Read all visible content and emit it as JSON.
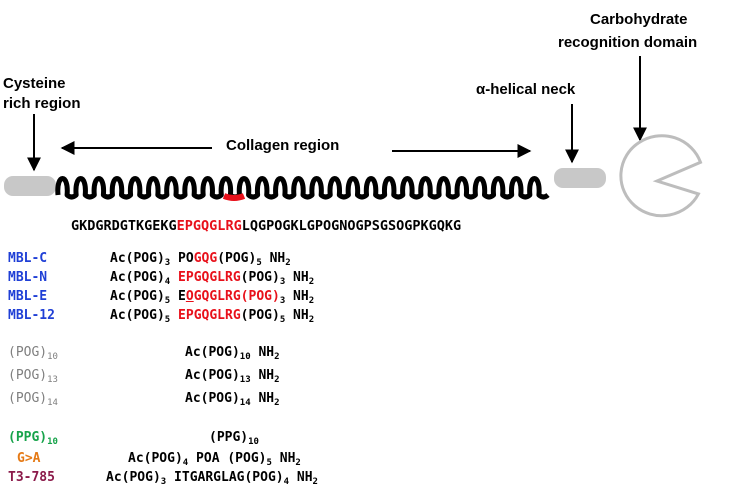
{
  "labels": {
    "crd_line1": "Carbohydrate",
    "crd_line2": "recognition domain",
    "crr_line1": "Cysteine",
    "crr_line2": "rich region",
    "neck": "α-helical neck",
    "collagen": "Collagen region"
  },
  "sequence": {
    "before": "GKDGRDGTKGEKG",
    "highlight": "EPGQGLRG",
    "after": "LQGPOGKLGPOGNOGPSGSOGPKGQKG"
  },
  "peptides": [
    {
      "name": "MBL-C",
      "name_color": "#1f3fd6",
      "parts": [
        "Ac(POG)",
        "3",
        " PO",
        "GQG",
        "(POG)",
        "5",
        " NH",
        "2"
      ]
    },
    {
      "name": "MBL-N",
      "name_color": "#1f3fd6",
      "parts": [
        "Ac(POG)",
        "4",
        " ",
        "EPGQGLRG",
        "(POG)",
        "3",
        " NH",
        "2"
      ]
    },
    {
      "name": "MBL-E",
      "name_color": "#1f3fd6",
      "parts": [
        "Ac(POG)",
        "5",
        " E",
        "O",
        "GQGLRG",
        "(POG)",
        "3",
        " NH",
        "2"
      ]
    },
    {
      "name": "MBL-12",
      "name_color": "#1f3fd6",
      "parts": [
        "Ac(POG)",
        "5",
        " ",
        "EPGQGLRG",
        "(POG)",
        "5",
        " NH",
        "2"
      ]
    },
    {
      "name": "(POG)",
      "name_sub": "10",
      "name_color": "#7f7f7f",
      "parts": [
        "Ac(POG)",
        "10",
        " NH",
        "2"
      ]
    },
    {
      "name": "(POG)",
      "name_sub": "13",
      "name_color": "#7f7f7f",
      "parts": [
        "Ac(POG)",
        "13",
        " NH",
        "2"
      ]
    },
    {
      "name": "(POG)",
      "name_sub": "14",
      "name_color": "#7f7f7f",
      "parts": [
        "Ac(POG)",
        "14",
        " NH",
        "2"
      ]
    },
    {
      "name": "(PPG)",
      "name_sub": "10",
      "name_color": "#16a34a",
      "parts": [
        "(PPG)",
        "10"
      ]
    },
    {
      "name": "G>A",
      "name_color": "#e57a16",
      "parts": [
        "Ac(POG)",
        "4",
        " POA (POG)",
        "5",
        " NH",
        "2"
      ]
    },
    {
      "name": "T3-785",
      "name_color": "#8b1a4a",
      "parts": [
        "Ac(POG)",
        "3",
        " ITGARGLAG(POG)",
        "4",
        " NH",
        "2"
      ]
    }
  ],
  "colors": {
    "highlight": "#e8101a",
    "domain_gray": "#c8c8c8",
    "helix": "#000000"
  }
}
